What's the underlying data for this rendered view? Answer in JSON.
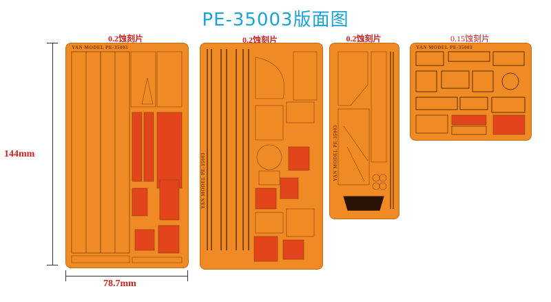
{
  "title": "PE-35003版面图",
  "sheets": [
    {
      "label": "0.2蚀刻片",
      "brand": "YAN MODEL  PE-35003"
    },
    {
      "label": "0.2蚀刻片",
      "brand": "YAN MODEL  PE-35003"
    },
    {
      "label": "0.2蚀刻片",
      "brand": "YAN MODEL  PE-35003"
    },
    {
      "label": "0.15蚀刻片",
      "brand": "YAN MODEL  PE-35003"
    }
  ],
  "dimensions": {
    "height": "144mm",
    "width": "78.7mm"
  },
  "colors": {
    "sheet": "#f08a24",
    "part_dark": "#e2451c",
    "title": "#1aa3d9",
    "label": "#cc1f1f"
  }
}
